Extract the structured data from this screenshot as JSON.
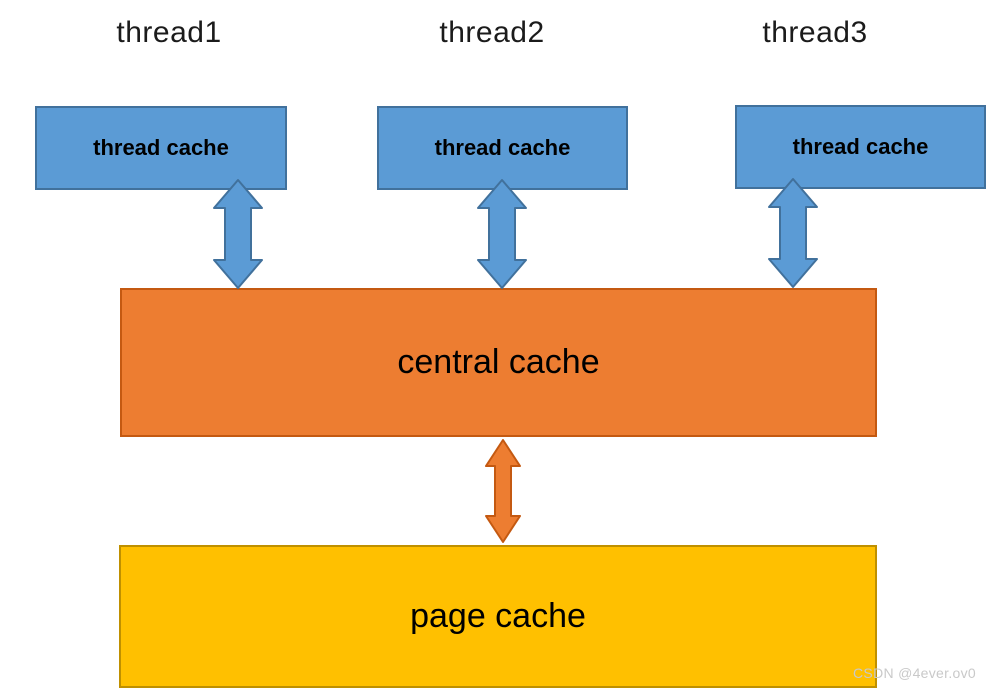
{
  "diagram": {
    "threads": [
      {
        "title": "thread1",
        "cache_label": "thread cache"
      },
      {
        "title": "thread2",
        "cache_label": "thread cache"
      },
      {
        "title": "thread3",
        "cache_label": "thread cache"
      }
    ],
    "central_cache": {
      "label": "central cache"
    },
    "page_cache": {
      "label": "page cache"
    },
    "watermark": "CSDN @4ever.ov0",
    "colors": {
      "thread_box_fill": "#5B9BD5",
      "thread_box_border": "#41719C",
      "central_fill": "#ED7D31",
      "central_border": "#C45911",
      "page_fill": "#FFC000",
      "page_border": "#BF9000",
      "arrow_blue_fill": "#5B9BD5",
      "arrow_blue_border": "#41719C",
      "arrow_orange_fill": "#ED7D31",
      "arrow_orange_border": "#C45911"
    }
  }
}
